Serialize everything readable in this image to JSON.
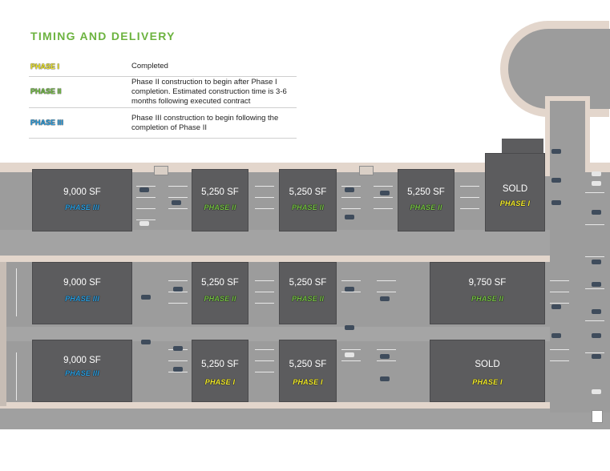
{
  "legend": {
    "title": "TIMING AND DELIVERY",
    "rows": [
      {
        "tag": "PHASE I",
        "desc": "Completed",
        "color": "#f2ea2a"
      },
      {
        "tag": "PHASE II",
        "desc": "Phase II construction to begin after Phase I completion.  Estimated construction time is 3-6 months following executed contract",
        "color": "#74c043"
      },
      {
        "tag": "PHASE III",
        "desc": "Phase III construction to begin following the completion of Phase II",
        "color": "#2a9ee0"
      }
    ]
  },
  "buildings": [
    {
      "size": "9,000 SF",
      "phase": "PHASE III",
      "phase_class": "ph-3"
    },
    {
      "size": "5,250 SF",
      "phase": "PHASE II",
      "phase_class": "ph-2"
    },
    {
      "size": "5,250 SF",
      "phase": "PHASE II",
      "phase_class": "ph-2"
    },
    {
      "size": "5,250 SF",
      "phase": "PHASE II",
      "phase_class": "ph-2"
    },
    {
      "size": "SOLD",
      "phase": "PHASE I",
      "phase_class": "ph-1"
    },
    {
      "size": "9,000 SF",
      "phase": "PHASE III",
      "phase_class": "ph-3"
    },
    {
      "size": "5,250 SF",
      "phase": "PHASE II",
      "phase_class": "ph-2"
    },
    {
      "size": "5,250 SF",
      "phase": "PHASE II",
      "phase_class": "ph-2"
    },
    {
      "size": "9,750 SF",
      "phase": "PHASE II",
      "phase_class": "ph-2"
    },
    {
      "size": "9,000 SF",
      "phase": "PHASE III",
      "phase_class": "ph-3"
    },
    {
      "size": "5,250 SF",
      "phase": "PHASE I",
      "phase_class": "ph-1"
    },
    {
      "size": "5,250 SF",
      "phase": "PHASE I",
      "phase_class": "ph-1"
    },
    {
      "size": "SOLD",
      "phase": "PHASE I",
      "phase_class": "ph-1"
    }
  ],
  "colors": {
    "accent": "#6cb33f",
    "pavement": "#9c9c9c",
    "building": "#5c5c5e",
    "sidewalk": "#e3d6cc"
  }
}
